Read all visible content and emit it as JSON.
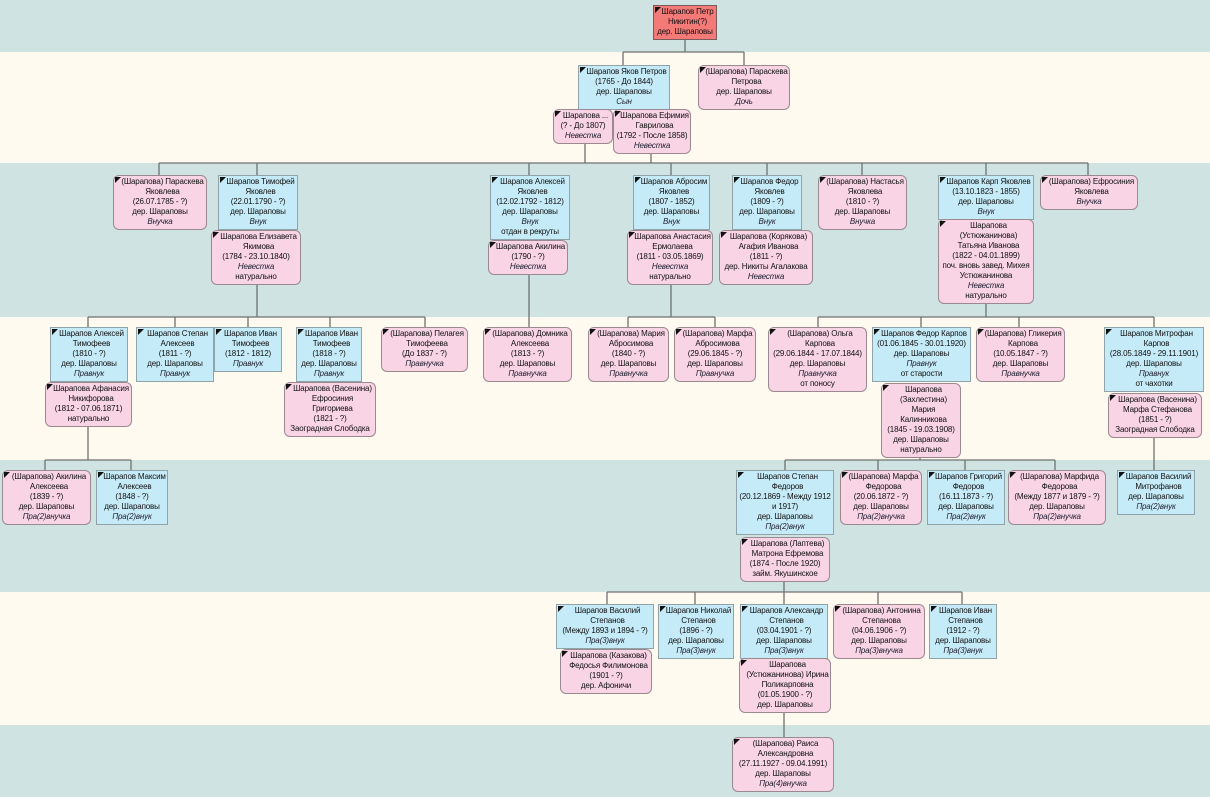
{
  "colors": {
    "male": "#c6ebf8",
    "female": "#f8d4e4",
    "root": "#f47a78",
    "band_a": "#cfe3e3",
    "band_b": "#fffaf0"
  },
  "persons": [
    {
      "id": "p0",
      "sex": "root",
      "name": "Шарапов Петр Никитин(?)",
      "place": "дер. Шараповы"
    },
    {
      "id": "p1",
      "sex": "m",
      "name": "Шарапов Яков Петров",
      "dates": "(1765 - До 1844)",
      "place": "дер. Шараповы",
      "relation": "Сын"
    },
    {
      "id": "p2",
      "sex": "f",
      "name": "(Шарапова) Параскева Петрова",
      "place": "дер. Шараповы",
      "relation": "Дочь"
    },
    {
      "id": "p1s1",
      "sex": "f",
      "name": "Шарапова ...",
      "dates": "(? - До 1807)",
      "relation": "Невестка"
    },
    {
      "id": "p1s2",
      "sex": "f",
      "name": "Шарапова Ефимия Гаврилова",
      "dates": "(1792 - После 1858)",
      "relation": "Невестка"
    },
    {
      "id": "g2a",
      "sex": "f",
      "name": "(Шарапова) Параскева Яковлева",
      "dates": "(26.07.1785 - ?)",
      "place": "дер. Шараповы",
      "relation": "Внучка"
    },
    {
      "id": "g2b",
      "sex": "m",
      "name": "Шарапов Тимофей Яковлев",
      "dates": "(22.01.1790 - ?)",
      "place": "дер. Шараповы",
      "relation": "Внук"
    },
    {
      "id": "g2bs",
      "sex": "f",
      "name": "Шарапова Елизавета Якимова",
      "dates": "(1784 - 23.10.1840)",
      "relation": "Невестка",
      "note": "натурально"
    },
    {
      "id": "g2c",
      "sex": "m",
      "name": "Шарапов Алексей Яковлев",
      "dates": "(12.02.1792 - 1812)",
      "place": "дер. Шараповы",
      "relation": "Внук",
      "note": "отдан в рекруты"
    },
    {
      "id": "g2cs",
      "sex": "f",
      "name": "Шарапова Акилина",
      "dates": "(1790 - ?)",
      "relation": "Невестка"
    },
    {
      "id": "g2d",
      "sex": "m",
      "name": "Шарапов Абросим Яковлев",
      "dates": "(1807 - 1852)",
      "place": "дер. Шараповы",
      "relation": "Внук"
    },
    {
      "id": "g2ds",
      "sex": "f",
      "name": "Шарапова Анастасия Ермолаева",
      "dates": "(1811 - 03.05.1869)",
      "relation": "Невестка",
      "note": "натурально"
    },
    {
      "id": "g2e",
      "sex": "m",
      "name": "Шарапов Федор Яковлев",
      "dates": "(1809 - ?)",
      "place": "дер. Шараповы",
      "relation": "Внук"
    },
    {
      "id": "g2es",
      "sex": "f",
      "name": "Шарапова (Корякова) Агафия Иванова",
      "dates": "(1811 - ?)",
      "place": "дер. Никиты Агалакова",
      "relation": "Невестка"
    },
    {
      "id": "g2f",
      "sex": "f",
      "name": "(Шарапова) Настасья Яковлева",
      "dates": "(1810 - ?)",
      "place": "дер. Шараповы",
      "relation": "Внучка"
    },
    {
      "id": "g2g",
      "sex": "m",
      "name": "Шарапов Карп Яковлев",
      "dates": "(13.10.1823 - 1855)",
      "place": "дер. Шараповы",
      "relation": "Внук"
    },
    {
      "id": "g2gs",
      "sex": "f",
      "name": "Шарапова (Устюжанинова) Татьяна Иванова",
      "dates": "(1822 - 04.01.1899)",
      "place": "поч. вновь завед. Михея Устюжанинова",
      "relation": "Невестка",
      "note": "натурально"
    },
    {
      "id": "g2h",
      "sex": "f",
      "name": "(Шарапова) Ефросиния Яковлева",
      "relation": "Внучка"
    },
    {
      "id": "g3a",
      "sex": "m",
      "name": "Шарапов Алексей Тимофеев",
      "dates": "(1810 - ?)",
      "place": "дер. Шараповы",
      "relation": "Правнук"
    },
    {
      "id": "g3as",
      "sex": "f",
      "name": "Шарапова Афанасия Никифорова",
      "dates": "(1812 - 07.06.1871)",
      "note": "натурально"
    },
    {
      "id": "g3b",
      "sex": "m",
      "name": "Шарапов Степан Алексеев",
      "dates": "(1811 - ?)",
      "place": "дер. Шараповы",
      "relation": "Правнук"
    },
    {
      "id": "g3c",
      "sex": "m",
      "name": "Шарапов Иван Тимофеев",
      "dates": "(1812 - 1812)",
      "relation": "Правнук"
    },
    {
      "id": "g3d",
      "sex": "m",
      "name": "Шарапов Иван Тимофеев",
      "dates": "(1818 - ?)",
      "place": "дер. Шараповы",
      "relation": "Правнук"
    },
    {
      "id": "g3ds",
      "sex": "f",
      "name": "Шарапова (Васенина) Ефросиния Григориева",
      "dates": "(1821 - ?)",
      "place": "Заоградная Слободка"
    },
    {
      "id": "g3e",
      "sex": "f",
      "name": "(Шарапова) Пелагея Тимофеева",
      "dates": "(До 1837 - ?)",
      "relation": "Правнучка"
    },
    {
      "id": "g3f",
      "sex": "f",
      "name": "(Шарапова) Домника Алексеева",
      "dates": "(1813 - ?)",
      "place": "дер. Шараповы",
      "relation": "Правнучка"
    },
    {
      "id": "g3g",
      "sex": "f",
      "name": "(Шарапова) Мария Абросимова",
      "dates": "(1840 - ?)",
      "place": "дер. Шараповы",
      "relation": "Правнучка"
    },
    {
      "id": "g3h",
      "sex": "f",
      "name": "(Шарапова) Марфа Абросимова",
      "dates": "(29.06.1845 - ?)",
      "place": "дер. Шараповы",
      "relation": "Правнучка"
    },
    {
      "id": "g3i",
      "sex": "f",
      "name": "(Шарапова) Ольга Карпова",
      "dates": "(29.06.1844 - 17.07.1844)",
      "place": "дер. Шараповы",
      "relation": "Правнучка",
      "note": "от поносу"
    },
    {
      "id": "g3j",
      "sex": "m",
      "name": "Шарапов Федор Карпов",
      "dates": "(01.06.1845 - 30.01.1920)",
      "place": "дер. Шараповы",
      "relation": "Правнук",
      "note": "от старости"
    },
    {
      "id": "g3js",
      "sex": "f",
      "name": "Шарапова (Захлестина) Мария Калинникова",
      "dates": "(1845 - 19.03.1908)",
      "place": "дер. Шараповы",
      "note": "натурально"
    },
    {
      "id": "g3k",
      "sex": "f",
      "name": "(Шарапова) Гликерия Карпова",
      "dates": "(10.05.1847 - ?)",
      "place": "дер. Шараповы",
      "relation": "Правнучка"
    },
    {
      "id": "g3l",
      "sex": "m",
      "name": "Шарапов Митрофан Карпов",
      "dates": "(28.05.1849 - 29.11.1901)",
      "place": "дер. Шараповы",
      "relation": "Правнук",
      "note": "от чахотки"
    },
    {
      "id": "g3ls",
      "sex": "f",
      "name": "Шарапова (Васенина) Марфа Стефанова",
      "dates": "(1851 - ?)",
      "place": "Заоградная Слободка"
    },
    {
      "id": "g4a",
      "sex": "f",
      "name": "(Шарапова) Акилина Алексеева",
      "dates": "(1839 - ?)",
      "place": "дер. Шараповы",
      "relation": "Пра(2)внучка"
    },
    {
      "id": "g4b",
      "sex": "m",
      "name": "Шарапов Максим Алексеев",
      "dates": "(1848 - ?)",
      "place": "дер. Шараповы",
      "relation": "Пра(2)внук"
    },
    {
      "id": "g4c",
      "sex": "m",
      "name": "Шарапов Степан Федоров",
      "dates": "(20.12.1869 - Между 1912 и 1917)",
      "place": "дер. Шараповы",
      "relation": "Пра(2)внук"
    },
    {
      "id": "g4cs",
      "sex": "f",
      "name": "Шарапова (Лаптева) Матрона Ефремова",
      "dates": "(1874 - После 1920)",
      "place": "займ. Якушинское"
    },
    {
      "id": "g4d",
      "sex": "f",
      "name": "(Шарапова) Марфа Федорова",
      "dates": "(20.06.1872 - ?)",
      "place": "дер. Шараповы",
      "relation": "Пра(2)внучка"
    },
    {
      "id": "g4e",
      "sex": "m",
      "name": "Шарапов Григорий Федоров",
      "dates": "(16.11.1873 - ?)",
      "place": "дер. Шараповы",
      "relation": "Пра(2)внук"
    },
    {
      "id": "g4f",
      "sex": "f",
      "name": "(Шарапова) Марфида Федорова",
      "dates": "(Между 1877 и 1879 - ?)",
      "place": "дер. Шараповы",
      "relation": "Пра(2)внучка"
    },
    {
      "id": "g4g",
      "sex": "m",
      "name": "Шарапов Василий Митрофанов",
      "place": "дер. Шараповы",
      "relation": "Пра(2)внук"
    },
    {
      "id": "g5a",
      "sex": "m",
      "name": "Шарапов Василий Степанов",
      "dates": "(Между 1893 и 1894 - ?)",
      "relation": "Пра(3)внук"
    },
    {
      "id": "g5as",
      "sex": "f",
      "name": "Шарапова (Казакова) Федосья Филимонова",
      "dates": "(1901 - ?)",
      "place": "дер. Афоничи"
    },
    {
      "id": "g5b",
      "sex": "m",
      "name": "Шарапов Николай Степанов",
      "dates": "(1896 - ?)",
      "place": "дер. Шараповы",
      "relation": "Пра(3)внук"
    },
    {
      "id": "g5c",
      "sex": "m",
      "name": "Шарапов Александр Степанов",
      "dates": "(03.04.1901 - ?)",
      "place": "дер. Шараповы",
      "relation": "Пра(3)внук"
    },
    {
      "id": "g5cs",
      "sex": "f",
      "name": "Шарапова (Устюжанинова) Ирина Поликарповна",
      "dates": "(01.05.1900 - ?)",
      "place": "дер. Шараповы"
    },
    {
      "id": "g5d",
      "sex": "f",
      "name": "(Шарапова) Антонина Степанова",
      "dates": "(04.06.1906 - ?)",
      "place": "дер. Шараповы",
      "relation": "Пра(3)внучка"
    },
    {
      "id": "g5e",
      "sex": "m",
      "name": "Шарапов Иван Степанов",
      "dates": "(1912 - ?)",
      "place": "дер. Шараповы",
      "relation": "Пра(3)внук"
    },
    {
      "id": "g6a",
      "sex": "f",
      "name": "(Шарапова) Раиса Александровна",
      "dates": "(27.11.1927 - 09.04.1991)",
      "place": "дер. Шараповы",
      "relation": "Пра(4)внучка"
    }
  ]
}
